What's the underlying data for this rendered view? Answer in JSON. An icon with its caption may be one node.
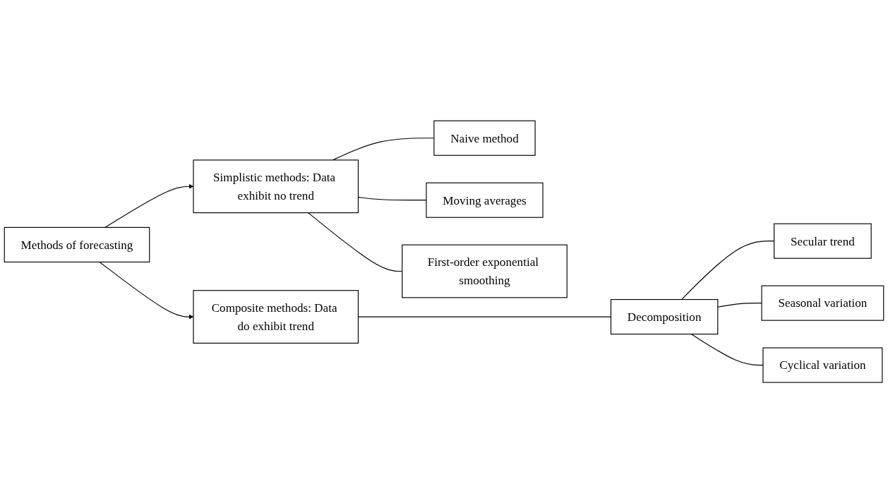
{
  "diagram": {
    "nodes": [
      {
        "text": [
          "Methods of forecasting"
        ]
      },
      {
        "text": [
          "Simplistic methods: Data exhibit no trend"
        ]
      },
      {
        "text": [
          "Composite methods: Data do exhibit trend"
        ]
      },
      {
        "text": [
          "Naive method"
        ]
      },
      {
        "text": [
          "Moving averages"
        ]
      },
      {
        "text": [
          "First-order exponential smoothing"
        ]
      },
      {
        "text": [
          "Decomposition"
        ]
      },
      {
        "text": [
          "Secular trend"
        ]
      },
      {
        "text": [
          "Seasonal variation"
        ]
      },
      {
        "text": [
          "Cyclical variation"
        ]
      }
    ],
    "edges": [
      {
        "from": 0,
        "to": 1,
        "arrow": "to"
      },
      {
        "from": 0,
        "to": 2,
        "arrow": "to"
      },
      {
        "from": 1,
        "to": 3,
        "arrow": "none"
      },
      {
        "from": 1,
        "to": 4,
        "arrow": "none"
      },
      {
        "from": 1,
        "to": 5,
        "arrow": "none"
      },
      {
        "from": 2,
        "to": 6,
        "arrow": "none"
      },
      {
        "from": 6,
        "to": 7,
        "arrow": "none"
      },
      {
        "from": 6,
        "to": 8,
        "arrow": "none"
      },
      {
        "from": 6,
        "to": 9,
        "arrow": "none"
      }
    ]
  }
}
